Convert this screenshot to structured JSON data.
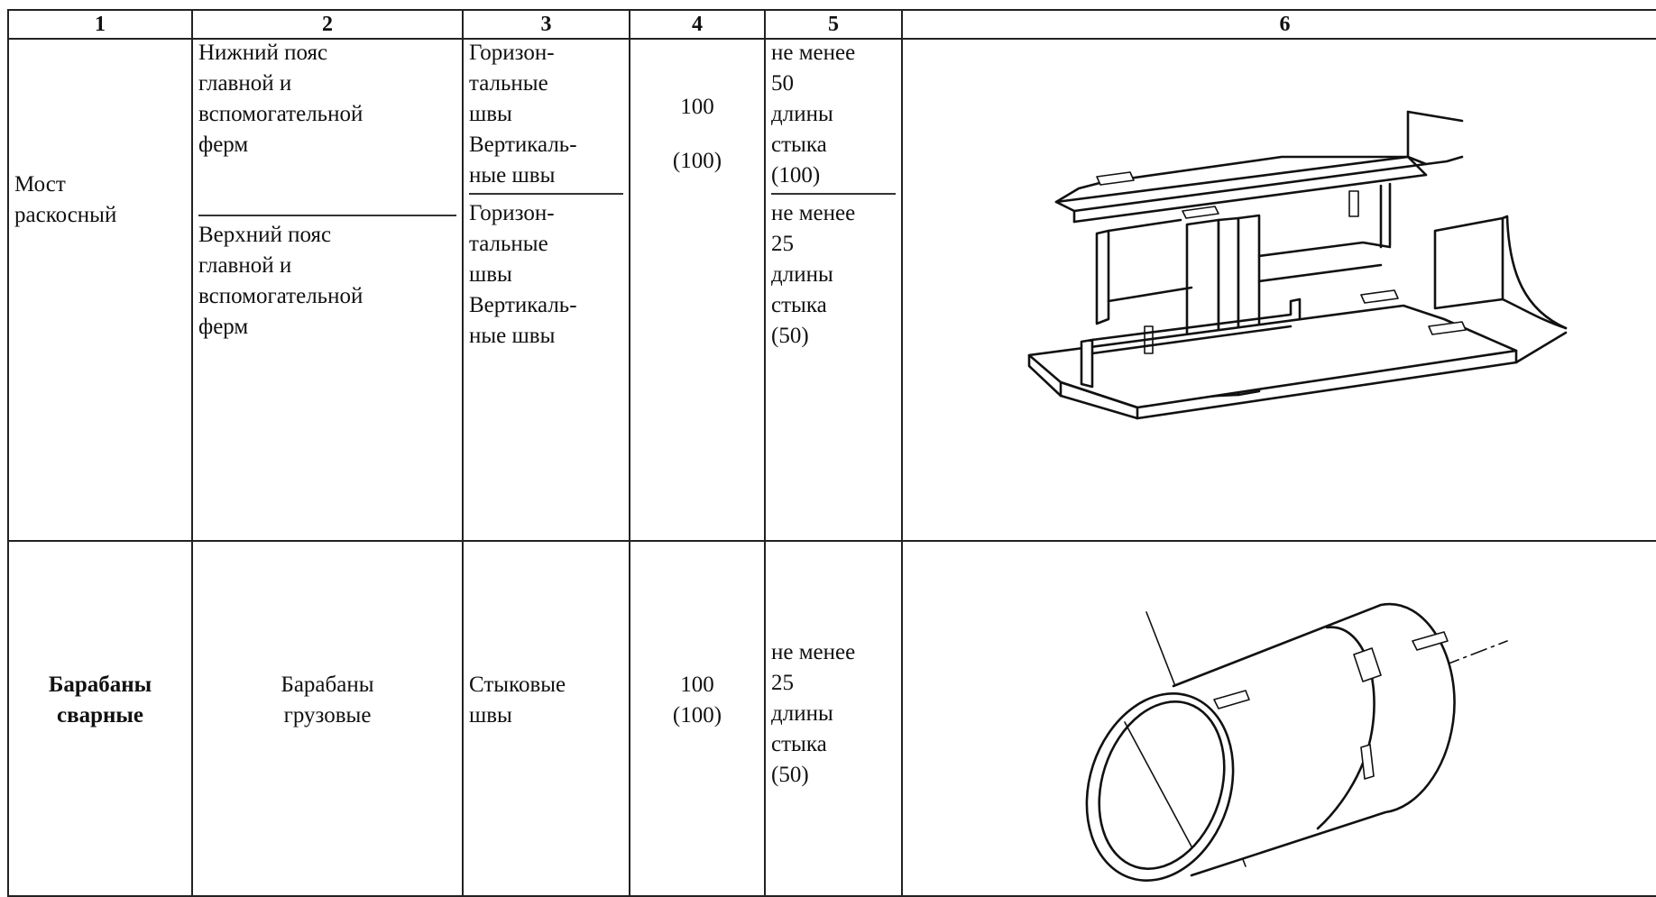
{
  "headers": [
    "1",
    "2",
    "3",
    "4",
    "5",
    "6"
  ],
  "rows": [
    {
      "object": "Мост\nраскосный",
      "elements": [
        "Нижний пояс\nглавной и\nвспомогательной\nферм",
        "Верхний пояс\nглавной и\nвспомогательной\nферм"
      ],
      "seam_types": [
        "Горизон-\nтальные\nшвы\nВертикаль-\nные швы",
        "Горизон-\nтальные\nшвы\nВертикаль-\nные швы"
      ],
      "percent_top": "100",
      "percent_bottom": "(100)",
      "length": [
        "не менее\n50\nдлины\nстыка\n(100)",
        "не менее\n25\nдлины\nстыка\n(50)"
      ],
      "figure_icon": "truss-chord-joint-drawing"
    },
    {
      "object": "Барабаны\nсварные",
      "element": "Барабаны\nгрузовые",
      "seam_type": "Стыковые\nшвы",
      "percent": "100\n(100)",
      "length": "не менее\n25\nдлины\nстыка\n(50)",
      "figure_icon": "welded-drum-drawing"
    }
  ]
}
